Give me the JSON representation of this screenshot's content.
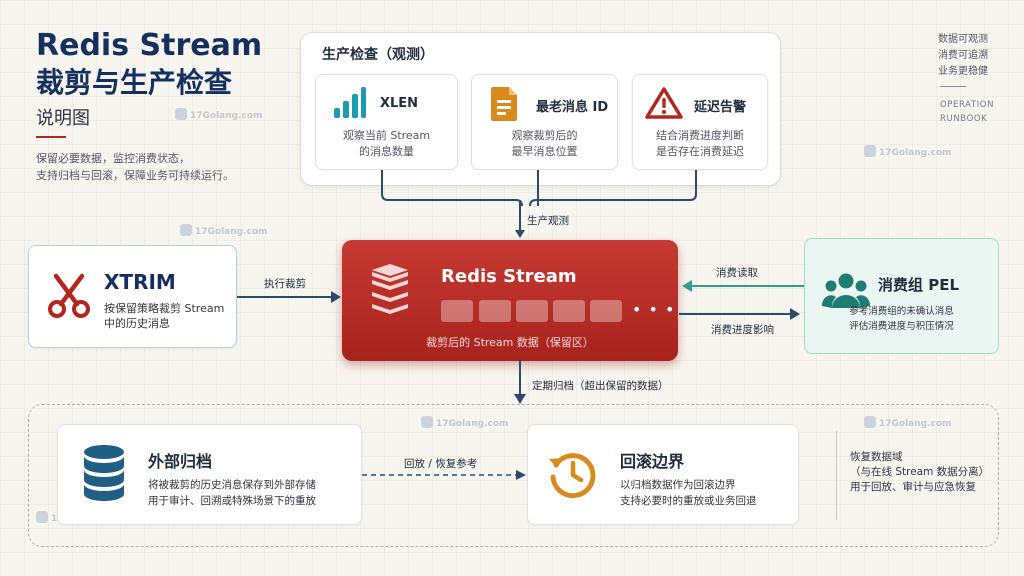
{
  "title": {
    "main": "Redis Stream",
    "sub": "裁剪与生产检查",
    "small": "说明图",
    "desc_lines": [
      "保留必要数据，监控消费状态，",
      "支持归档与回滚，保障业务可持续运行。"
    ]
  },
  "meta": {
    "cn_lines": [
      "数据可观测",
      "消费可追溯",
      "业务更稳健"
    ],
    "en_lines": [
      "OPERATION",
      "RUNBOOK"
    ]
  },
  "production_check": {
    "title": "生产检查（观测）",
    "cards": [
      {
        "icon": "bar-chart-icon",
        "title": "XLEN",
        "desc_lines": [
          "观察当前 Stream",
          "的消息数量"
        ]
      },
      {
        "icon": "document-icon",
        "title": "最老消息 ID",
        "desc_lines": [
          "观察裁剪后的",
          "最早消息位置"
        ]
      },
      {
        "icon": "warning-icon",
        "title": "延迟告警",
        "desc_lines": [
          "结合消费进度判断",
          "是否存在消费延迟"
        ]
      }
    ],
    "flow_label": "生产观测"
  },
  "redis": {
    "title": "Redis Stream",
    "dots": "• • •",
    "footer": "裁剪后的 Stream 数据（保留区）"
  },
  "xtrim": {
    "icon": "scissors-icon",
    "title": "XTRIM",
    "desc_lines": [
      "按保留策略裁剪 Stream",
      "中的历史消息"
    ],
    "arrow_label": "执行裁剪"
  },
  "pel": {
    "icon": "users-icon",
    "title": "消费组 PEL",
    "desc_lines": [
      "参考消费组的未确认消息",
      "评估消费进度与积压情况"
    ],
    "read_label": "消费读取",
    "impact_label": "消费进度影响"
  },
  "archive_flow_label": "定期归档（超出保留的数据）",
  "external_archive": {
    "icon": "database-icon",
    "title": "外部归档",
    "desc_lines": [
      "将被裁剪的历史消息保存到外部存储",
      "用于审计、回溯或特殊场景下的重放"
    ]
  },
  "restore_label": "回放 / 恢复参考",
  "rollback": {
    "icon": "history-icon",
    "title": "回滚边界",
    "desc_lines": [
      "以归档数据作为回滚边界",
      "支持必要时的重放或业务回退"
    ]
  },
  "recovery_domain": {
    "title": "恢复数据域",
    "lines": [
      "（与在线 Stream 数据分离）",
      "用于回放、审计与应急恢复"
    ]
  },
  "watermark": "17Golang.com",
  "colors": {
    "navy": "#14305e",
    "redis_red": "#b3261e",
    "teal": "#1a9bb0",
    "amber": "#d98a1c",
    "green_panel": "#eaf6f1",
    "db_blue": "#1f5f86"
  }
}
